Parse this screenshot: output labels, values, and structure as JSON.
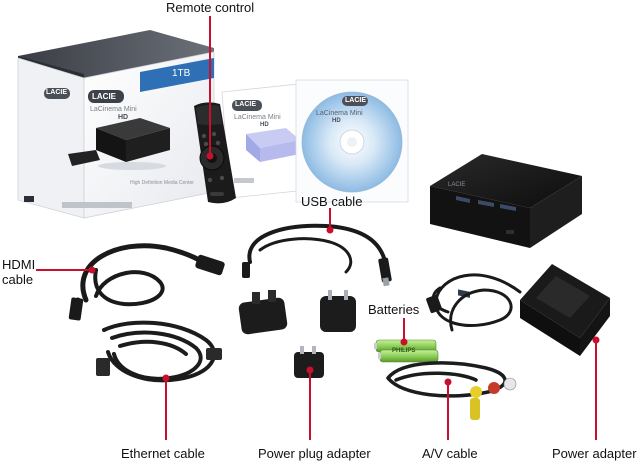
{
  "labels": {
    "remote_control": "Remote control",
    "usb_cable": "USB cable",
    "hdmi_cable": "HDMI cable",
    "batteries": "Batteries",
    "ethernet_cable": "Ethernet cable",
    "power_plug_adapter": "Power plug adapter",
    "av_cable": "A/V cable",
    "power_adapter": "Power adapter"
  },
  "box": {
    "brand": "LACIE",
    "capacity": "1TB",
    "product_line": "LaCinema Mini",
    "model": "HD",
    "tagline": "High Definition Media Center"
  },
  "manual": {
    "brand": "LACIE",
    "product_line": "LaCinema Mini",
    "model": "HD"
  },
  "cd": {
    "brand": "LACIE",
    "product_line": "LaCinema Mini",
    "model": "HD"
  },
  "device": {
    "brand": "LACIE"
  },
  "batteries": {
    "brand": "PHILIPS"
  },
  "colors": {
    "callout_red": "#c8102e",
    "label_text": "#111111",
    "device_body": "#141414",
    "box_white": "#f4f5f7",
    "box_blue": "#2f6fb6",
    "cd_blue": "#7fb0de",
    "battery_green": "#8fd05a"
  }
}
